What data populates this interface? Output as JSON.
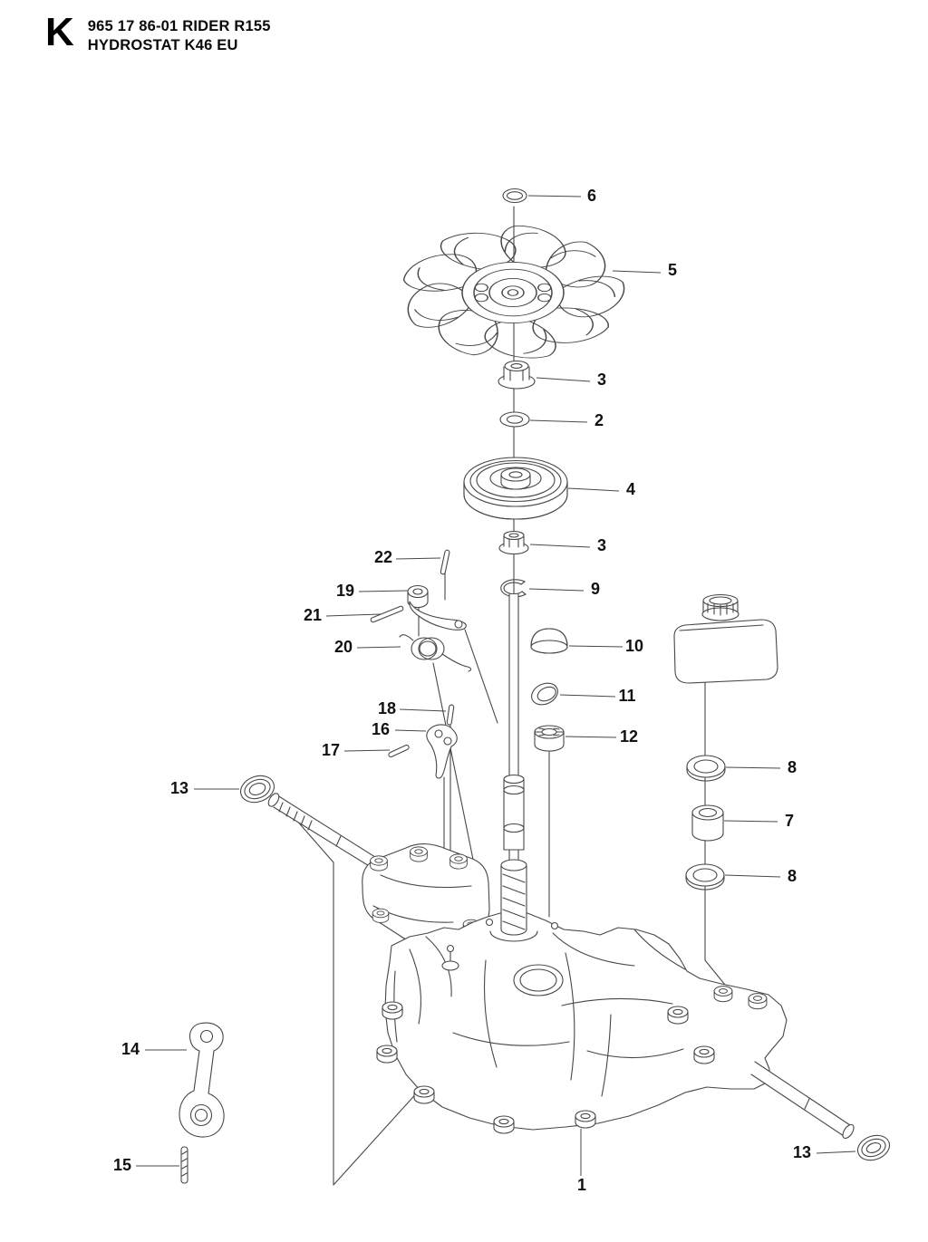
{
  "header": {
    "section_letter": "K",
    "title_line1": "965 17 86-01 RIDER R155",
    "title_line2": "HYDROSTAT K46 EU"
  },
  "callouts": [
    {
      "label": "6"
    },
    {
      "label": "5"
    },
    {
      "label": "3"
    },
    {
      "label": "2"
    },
    {
      "label": "4"
    },
    {
      "label": "3"
    },
    {
      "label": "9"
    },
    {
      "label": "22"
    },
    {
      "label": "19"
    },
    {
      "label": "21"
    },
    {
      "label": "20"
    },
    {
      "label": "10"
    },
    {
      "label": "11"
    },
    {
      "label": "12"
    },
    {
      "label": "18"
    },
    {
      "label": "16"
    },
    {
      "label": "17"
    },
    {
      "label": "13"
    },
    {
      "label": "8"
    },
    {
      "label": "7"
    },
    {
      "label": "8"
    },
    {
      "label": "14"
    },
    {
      "label": "15"
    },
    {
      "label": "13"
    },
    {
      "label": "1"
    }
  ],
  "colors": {
    "line": "#474747",
    "text": "#111111",
    "background": "#ffffff"
  }
}
